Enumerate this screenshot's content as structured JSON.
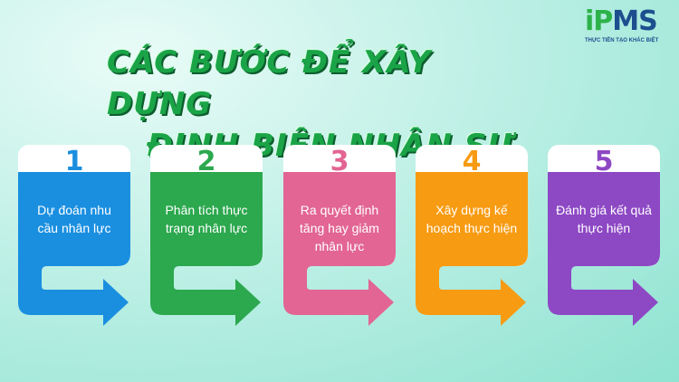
{
  "logo": {
    "word_main": "iP",
    "word_rest": "MS",
    "tagline": "THỰC TIỄN TẠO KHÁC BIỆT"
  },
  "title": {
    "line1": "CÁC BƯỚC ĐỂ XÂY DỰNG",
    "line2": "ĐỊNH BIÊN NHÂN SỰ"
  },
  "colors": {
    "title": "#1aa447",
    "step1": "#1a8fe0",
    "step2": "#2ca84e",
    "step3": "#e26593",
    "step4": "#f79b12",
    "step5": "#8d48c4"
  },
  "steps": [
    {
      "number": "1",
      "text": "Dự đoán nhu cầu nhân lực"
    },
    {
      "number": "2",
      "text": "Phân tích thực trạng nhân lực"
    },
    {
      "number": "3",
      "text": "Ra quyết định tăng hay giảm nhân lực"
    },
    {
      "number": "4",
      "text": "Xây dựng kế hoạch thực hiện"
    },
    {
      "number": "5",
      "text": "Đánh giá kết quả thực hiện"
    }
  ]
}
